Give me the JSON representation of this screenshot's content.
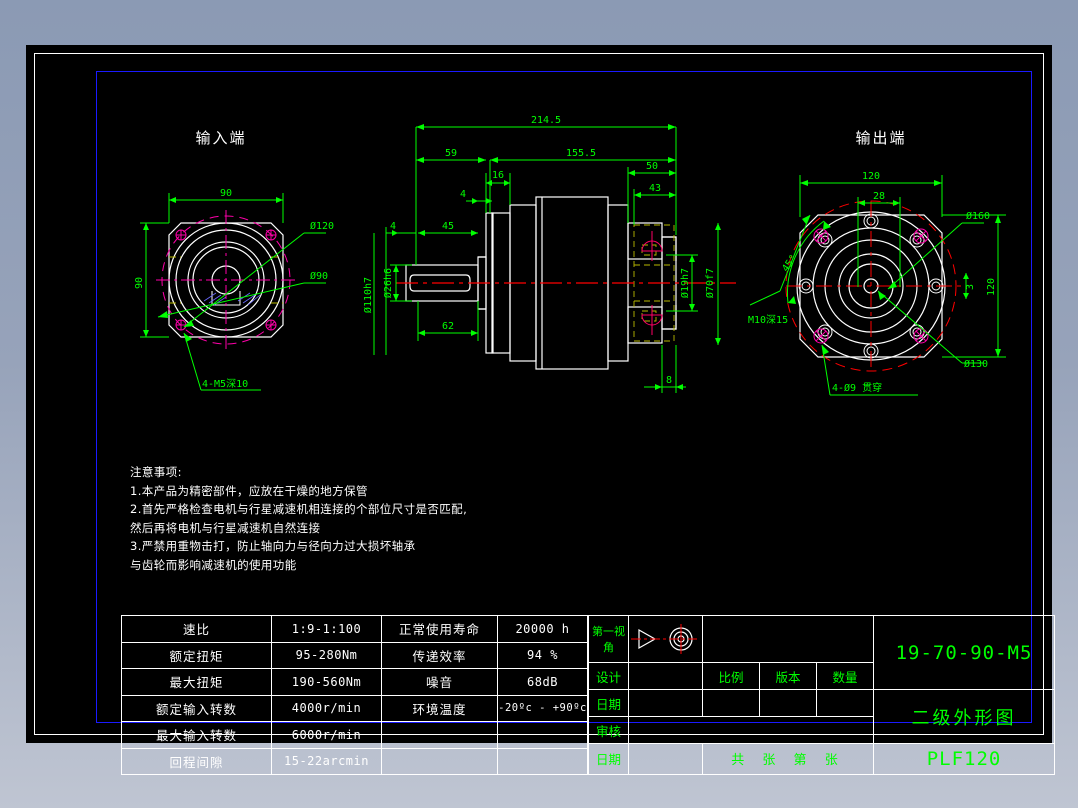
{
  "sheet": {
    "background_color": "#000000",
    "border_color": "#ffffff",
    "inner_border_color": "#1a1aff",
    "page_background": "#8b9ab4"
  },
  "views": {
    "input": {
      "title": "输入端",
      "dimensions": {
        "width": "90",
        "height": "90",
        "bolt_circle": "Ø120",
        "pilot": "Ø90",
        "thread_note": "4-M5深10"
      }
    },
    "output": {
      "title": "输出端",
      "dimensions": {
        "width": "120",
        "height": "120",
        "inner_square": "28",
        "outer_circle": "Ø160",
        "bolt_circle": "Ø130",
        "angle": "45°",
        "thread_note": "M10深15",
        "hole_note": "4-Ø9 贯穿",
        "shaft_small": "3"
      }
    },
    "section": {
      "dimensions": {
        "overall_length": "214.5",
        "input_length": "59",
        "body_length": "155.5",
        "flange_thk": "16",
        "gap_a": "4",
        "gap_b": "4",
        "shaft_length": "45",
        "key_length": "62",
        "output_flange": "50",
        "output_boss": "43",
        "output_plate": "8",
        "input_pilot_dia": "Ø110h7",
        "input_shaft_dia": "Ø26h6",
        "output_shaft_dia": "Ø19h7",
        "output_pilot_dia": "Ø70f7"
      }
    }
  },
  "notes": {
    "heading": "注意事项:",
    "lines": [
      "1.本产品为精密部件，应放在干燥的地方保管",
      "2.首先严格检查电机与行星减速机相连接的个部位尺寸是否匹配,",
      "然后再将电机与行星减速机自然连接",
      "3.严禁用重物击打，防止轴向力与径向力过大损坏轴承",
      "与齿轮而影响减速机的使用功能"
    ]
  },
  "spec_table": {
    "rows": [
      {
        "label": "速比",
        "value": "1:9-1:100",
        "label2": "正常使用寿命",
        "value2": "20000 h"
      },
      {
        "label": "额定扭矩",
        "value": "95-280Nm",
        "label2": "传递效率",
        "value2": "94 %"
      },
      {
        "label": "最大扭矩",
        "value": "190-560Nm",
        "label2": "噪音",
        "value2": "68dB"
      },
      {
        "label": "额定输入转数",
        "value": "4000r/min",
        "label2": "环境温度",
        "value2": "-20ºc - +90ºc"
      },
      {
        "label": "最大输入转数",
        "value": "6000r/min",
        "label2": "",
        "value2": ""
      },
      {
        "label": "回程间隙",
        "value": "15-22arcmin",
        "label2": "",
        "value2": ""
      }
    ]
  },
  "title_block": {
    "projection_label": "第一视角",
    "projection_symbol": "first-angle",
    "design_label": "设计",
    "date_label_1": "日期",
    "review_label": "审核",
    "date_label_2": "日期",
    "scale_label": "比例",
    "version_label": "版本",
    "quantity_label": "数量",
    "design_value": "",
    "date_value_1": "",
    "review_value": "",
    "date_value_2": "",
    "scale_value": "",
    "version_value": "",
    "quantity_value": "",
    "sheet_line": "共    张    第    张",
    "part_code": "19-70-90-M5",
    "drawing_title": "二级外形图",
    "model": "PLF120"
  }
}
